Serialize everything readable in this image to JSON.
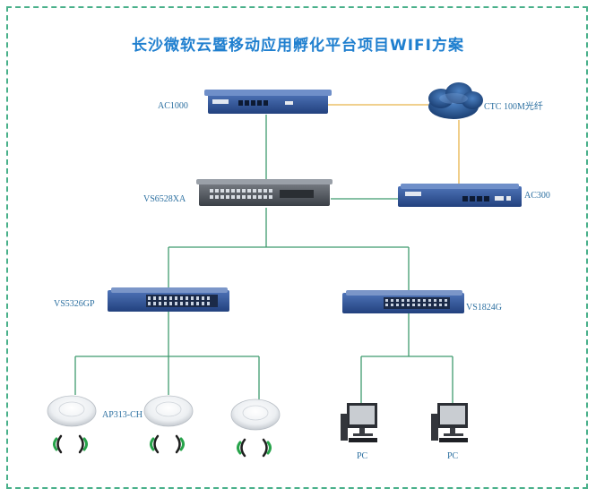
{
  "title": "长沙微软云暨移动应用孵化平台项目WIFI方案",
  "devices": {
    "ac1000": {
      "label": "AC1000"
    },
    "cloud": {
      "label": "CTC 100M光纤"
    },
    "vs6528xa": {
      "label": "VS6528XA"
    },
    "ac300": {
      "label": "AC300"
    },
    "vs5326gp": {
      "label": "VS5326GP"
    },
    "vs1824g": {
      "label": "VS1824G"
    },
    "ap": {
      "label": "AP313-CH"
    },
    "pc1": {
      "label": "PC"
    },
    "pc2": {
      "label": "PC"
    }
  },
  "colors": {
    "link_green": "#3f9a6e",
    "link_fiber": "#e8b44a",
    "border": "#49b08a",
    "title": "#1f7fcf",
    "label": "#2b6fa0"
  }
}
